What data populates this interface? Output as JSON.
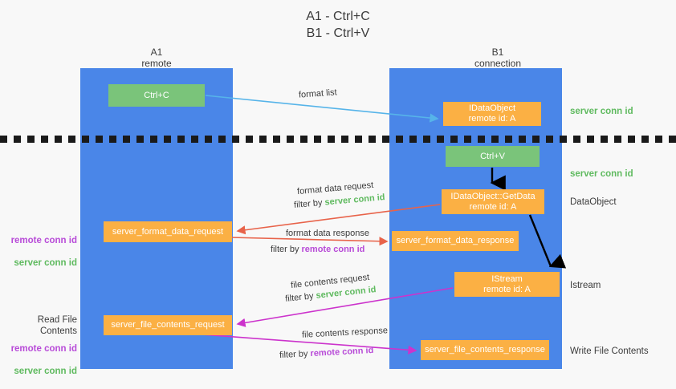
{
  "title": "A1 - Ctrl+C\nB1 - Ctrl+V",
  "colors": {
    "lane": "#4a86e8",
    "box_green": "#7ac47a",
    "box_orange": "#fbb044",
    "server_conn": "#5fba5f",
    "remote_conn": "#b84bd8",
    "arrow_blue": "#56b4e9",
    "arrow_red": "#e8634a",
    "arrow_magenta": "#cc33cc",
    "arrow_black": "#000000",
    "background": "#f8f8f8"
  },
  "lanes": [
    {
      "id": "a1",
      "header": "A1\nremote"
    },
    {
      "id": "b1",
      "header": "B1\nconnection"
    }
  ],
  "boxes": {
    "ctrl_c": "Ctrl+C",
    "idataobject": "IDataObject\nremote id: A",
    "ctrl_v": "Ctrl+V",
    "getdata": "IDataObject::GetData\nremote id: A",
    "server_format_data_request": "server_format_data_request",
    "server_format_data_response": "server_format_data_response",
    "istream": "IStream\nremote id: A",
    "server_file_contents_request": "server_file_contents_request",
    "server_file_contents_response": "server_file_contents_response"
  },
  "side_notes": {
    "server_conn_1": "server conn id",
    "server_conn_2": "server conn id",
    "dataobject": "DataObject",
    "istream": "Istream",
    "write_file_contents": "Write File Contents"
  },
  "left_notes": {
    "conn_pair_top": {
      "remote": "remote conn id",
      "server": "server conn id"
    },
    "read_file_contents": "Read File Contents",
    "conn_pair_bottom": {
      "remote": "remote conn id",
      "server": "server conn id"
    }
  },
  "arrow_labels": {
    "format_list": "format list",
    "format_data_request": {
      "line1": "format data request",
      "prefix": "filter by ",
      "highlight": "server conn id"
    },
    "format_data_response": {
      "line1": "format data response",
      "prefix": "filter by ",
      "highlight": "remote conn id"
    },
    "file_contents_request": {
      "line1": "file contents request",
      "prefix": "filter by ",
      "highlight": "server conn id"
    },
    "file_contents_response": {
      "line1": "file contents response",
      "prefix": "filter by ",
      "highlight": "remote conn id"
    }
  }
}
